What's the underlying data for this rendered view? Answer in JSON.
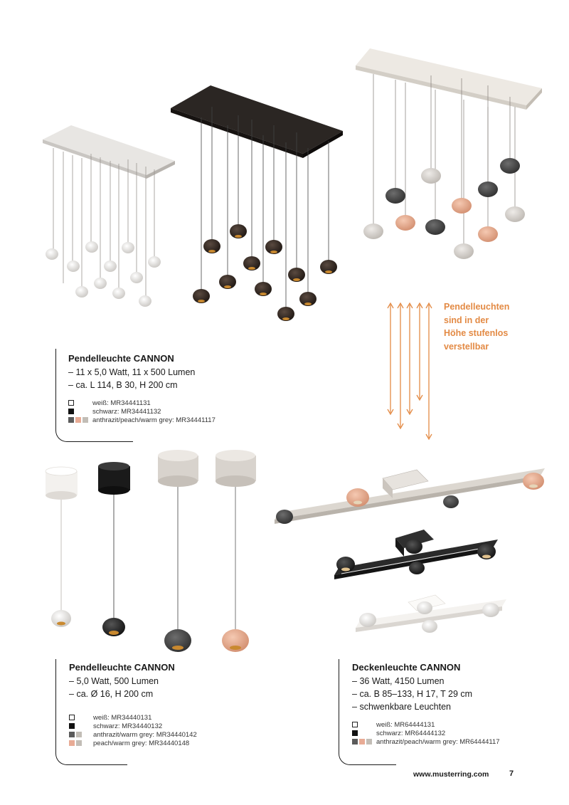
{
  "adjustable_note": [
    "Pendelleuchten",
    "sind in der",
    "Höhe stufenlos",
    "verstellbar"
  ],
  "products": [
    {
      "title": "Pendelleuchte CANNON",
      "specs": [
        "11 x 5,0 Watt, 11 x 500 Lumen",
        "ca. L 114, B 30, H 200 cm"
      ],
      "variants": [
        {
          "label": "weiß: MR34441131",
          "swatches": [
            "white"
          ]
        },
        {
          "label": "schwarz: MR34441132",
          "swatches": [
            "black"
          ]
        },
        {
          "label": "anthrazit/peach/warm grey: MR34441117",
          "swatches": [
            "anthracite",
            "peach",
            "warmgrey"
          ]
        }
      ]
    },
    {
      "title": "Pendelleuchte CANNON",
      "specs": [
        "5,0 Watt, 500 Lumen",
        "ca. Ø 16, H 200 cm"
      ],
      "variants": [
        {
          "label": "weiß: MR34440131",
          "swatches": [
            "white"
          ]
        },
        {
          "label": "schwarz: MR34440132",
          "swatches": [
            "black"
          ]
        },
        {
          "label": "anthrazit/warm grey: MR34440142",
          "swatches": [
            "anthracite",
            "warmgrey"
          ]
        },
        {
          "label": "peach/warm grey: MR34440148",
          "swatches": [
            "peach",
            "warmgrey"
          ]
        }
      ]
    },
    {
      "title": "Deckenleuchte CANNON",
      "specs": [
        "36 Watt, 4150 Lumen",
        "ca. B 85–133, H 17, T 29 cm",
        "schwenkbare Leuchten"
      ],
      "variants": [
        {
          "label": "weiß: MR64444131",
          "swatches": [
            "white"
          ]
        },
        {
          "label": "schwarz: MR64444132",
          "swatches": [
            "black"
          ]
        },
        {
          "label": "anthrazit/peach/warm grey: MR64444117",
          "swatches": [
            "anthracite",
            "peach",
            "warmgrey"
          ]
        }
      ]
    }
  ],
  "footer": {
    "url": "www.musterring.com",
    "page": "7"
  },
  "colors": {
    "accent": "#e38a44",
    "white": "#f2f0ed",
    "black": "#2a2523",
    "anthracite": "#4a4a4a",
    "peach": "#e2a98c",
    "warmgrey": "#d6d1cb"
  }
}
